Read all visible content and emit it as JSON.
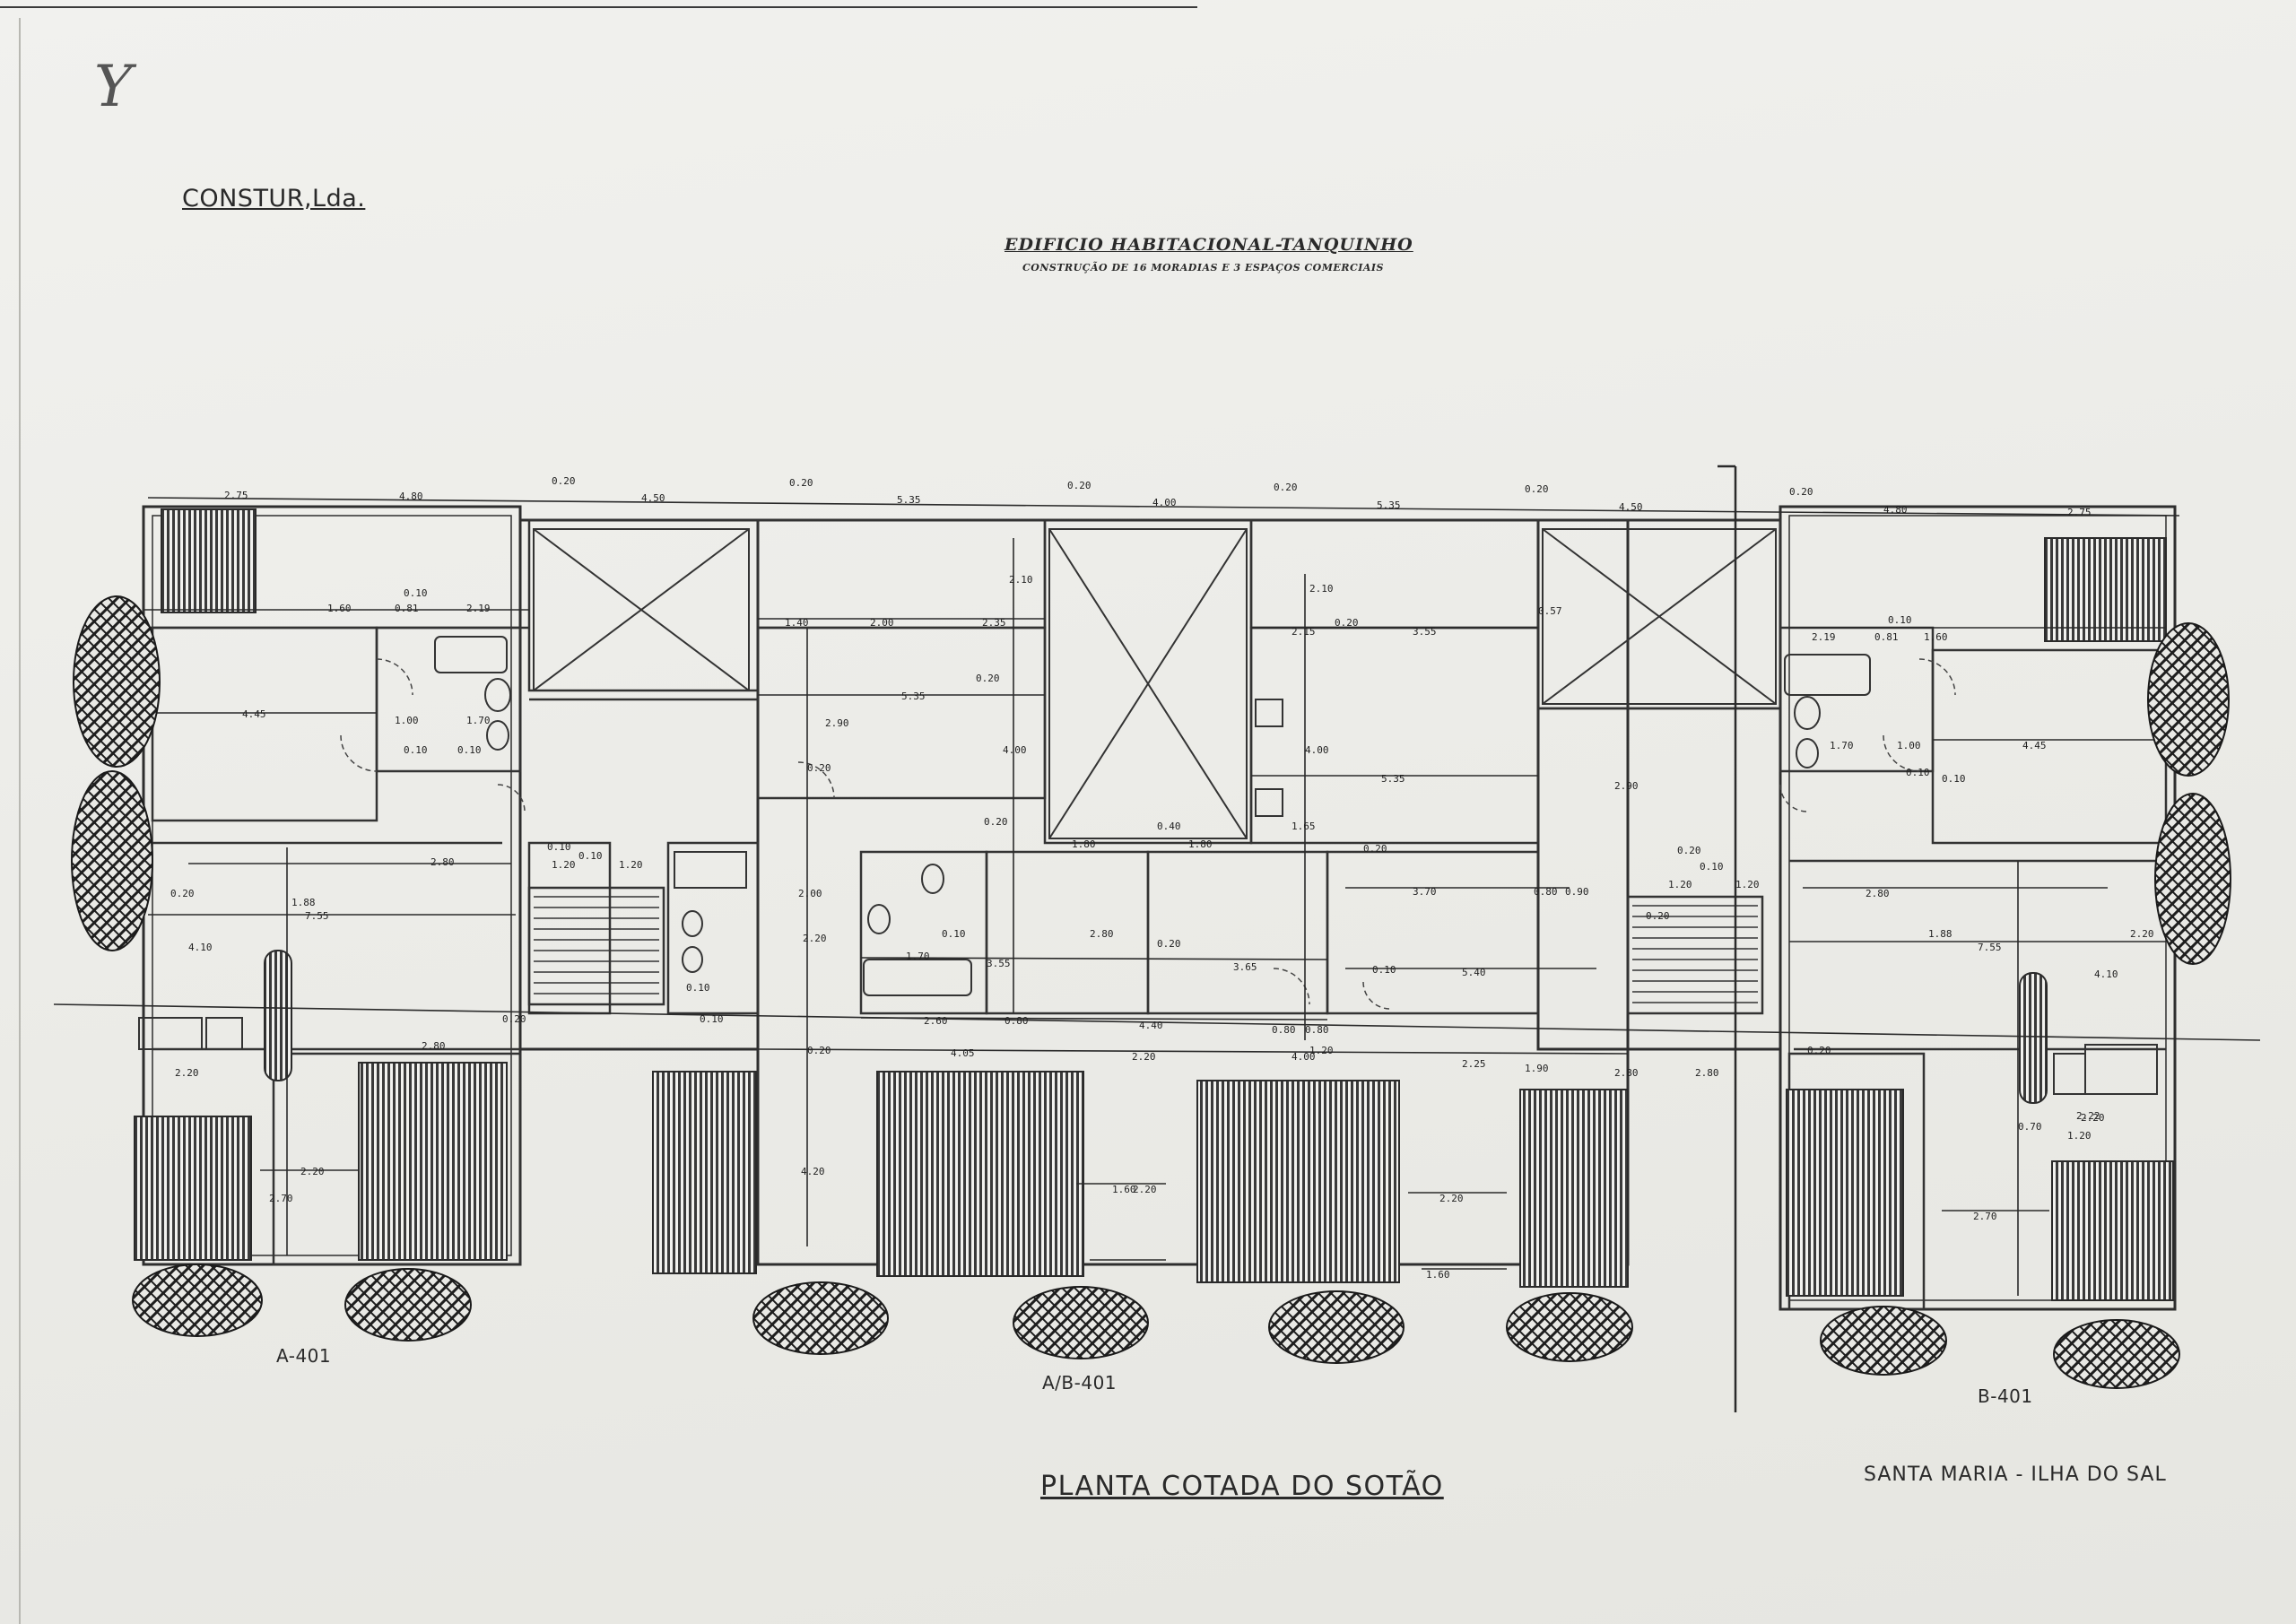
{
  "header": {
    "company": "CONSTUR,Lda.",
    "project_title": "EDIFICIO HABITACIONAL-TANQUINHO",
    "project_subtitle": "CONSTRUÇÃO DE 16 MORADIAS E 3 ESPAÇOS COMERCIAIS",
    "initial": "Y"
  },
  "drawing": {
    "title": "PLANTA COTADA DO SOTÃO",
    "location": "SANTA MARIA - ILHA DO SAL"
  },
  "units": {
    "left": "A-401",
    "center": "A/B-401",
    "right": "B-401"
  },
  "dimensions": {
    "top_row": [
      "2.75",
      "4.80",
      "0.20",
      "4.50",
      "0.20",
      "5.35",
      "0.20",
      "4.00",
      "0.20",
      "5.35",
      "0.20",
      "4.50",
      "0.20",
      "4.80",
      "2.75"
    ],
    "left_unit": [
      "1.60",
      "0.81",
      "2.19",
      "0.10",
      "4.45",
      "1.00",
      "1.70",
      "0.10",
      "0.10",
      "2.80",
      "7.55",
      "1.88",
      "4.10",
      "2.20",
      "2.20",
      "2.70",
      "0.20",
      "2.80",
      "0.20",
      "0.10",
      "1.20",
      "0.10",
      "1.20"
    ],
    "center_left": [
      "1.40",
      "2.00",
      "2.35",
      "2.10",
      "5.35",
      "0.20",
      "2.90",
      "4.00",
      "0.20",
      "0.20",
      "2.00",
      "2.20",
      "0.10",
      "0.10",
      "1.70",
      "0.10",
      "3.55",
      "2.60",
      "0.80",
      "4.05",
      "2.20",
      "4.20",
      "1.60",
      "0.20"
    ],
    "center_mid": [
      "1.80",
      "1.80",
      "0.40",
      "2.80",
      "0.20",
      "4.40",
      "3.65",
      "2.20",
      "4.00",
      "2.20",
      "1.60",
      "0.80",
      "0.80"
    ],
    "center_right": [
      "2.10",
      "0.20",
      "2.15",
      "3.55",
      "0.57",
      "4.00",
      "5.35",
      "1.65",
      "2.90",
      "0.20",
      "3.70",
      "0.80",
      "0.90",
      "5.40",
      "2.80",
      "0.10",
      "1.20",
      "2.25",
      "1.90"
    ],
    "right_unit": [
      "2.19",
      "0.81",
      "1.60",
      "0.10",
      "1.70",
      "1.00",
      "4.45",
      "0.10",
      "0.10",
      "0.20",
      "0.10",
      "1.20",
      "1.20",
      "2.80",
      "0.20",
      "7.55",
      "1.88",
      "4.10",
      "2.20",
      "2.20",
      "2.70",
      "0.70",
      "1.20",
      "2.22",
      "2.80",
      "0.20"
    ]
  }
}
